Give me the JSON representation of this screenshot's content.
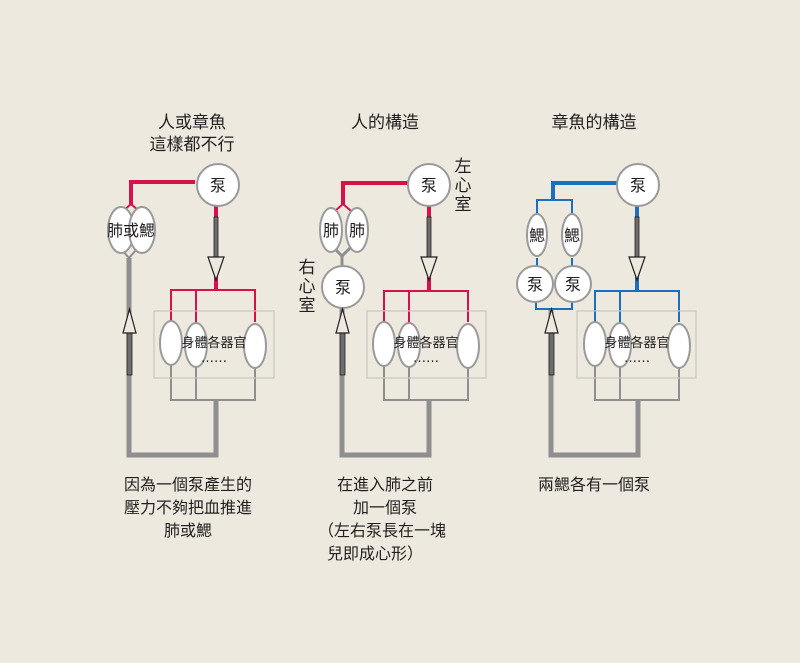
{
  "colors": {
    "background": "#ede9df",
    "human_artery": "#d6114c",
    "octopus_artery": "#1a6fbe",
    "vein": "#8f8f8f",
    "node_stroke": "#9a9a9a",
    "node_fill": "#ffffff",
    "box_stroke": "#c9c5bc"
  },
  "panels": [
    {
      "id": "neither",
      "title_lines": [
        "人或章魚",
        "這樣都不行"
      ],
      "pump_label": "泵",
      "organ_label": "肺或鰓",
      "organs_box_label": "身體各器官",
      "organs_box_ellipsis": "……",
      "caption_lines": [
        "因為一個泵產生的",
        "壓力不夠把血推進",
        "肺或鰓"
      ]
    },
    {
      "id": "human",
      "title_lines": [
        "人的構造"
      ],
      "pump_label": "泵",
      "left_pump_side_label": "左心室",
      "right_pump_label": "泵",
      "right_pump_side_label": "右心室",
      "organ_labels": [
        "肺",
        "肺"
      ],
      "organs_box_label": "身體各器官",
      "organs_box_ellipsis": "……",
      "caption_lines": [
        "在進入肺之前",
        "加一個泵",
        "（左右泵長在一塊",
        "兒即成心形）"
      ]
    },
    {
      "id": "octopus",
      "title_lines": [
        "章魚的構造"
      ],
      "pump_label": "泵",
      "gill_labels": [
        "鰓",
        "鰓"
      ],
      "gill_pump_labels": [
        "泵",
        "泵"
      ],
      "organs_box_label": "身體各器官",
      "organs_box_ellipsis": "……",
      "caption_lines": [
        "兩鰓各有一個泵"
      ]
    }
  ]
}
